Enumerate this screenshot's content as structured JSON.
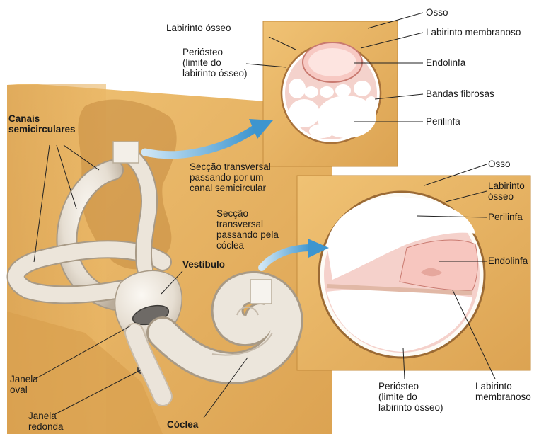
{
  "labels": {
    "labirinto_osseo_top": "Labirinto ósseo",
    "periosteo_top": "Periósteo\n(limite do\nlabirinto ósseo)",
    "osso_top": "Osso",
    "labirinto_membranoso_top": "Labirinto membranoso",
    "endolinfa_top": "Endolinfa",
    "bandas_fibrosas": "Bandas fibrosas",
    "perilinfa_top": "Perilinfa",
    "canais_semicirculares": "Canais\nsemicirculares",
    "seccao_canal": "Secção transversal\npassando por um\ncanal semicircular",
    "seccao_coclea": "Secção\ntransversal\npassando pela\ncóclea",
    "vestibulo": "Vestíbulo",
    "osso_bottom": "Osso",
    "labirinto_osseo_bottom": "Labirinto\nósseo",
    "perilinfa_bottom": "Perilinfa",
    "endolinfa_bottom": "Endolinfa",
    "janela_oval": "Janela\noval",
    "janela_redonda": "Janela\nredonda",
    "coclea": "Cóclea",
    "periosteo_bottom": "Periósteo\n(limite do\nlabirinto ósseo)",
    "labirinto_membranoso_bottom": "Labirinto\nmembranoso"
  },
  "colors": {
    "bone": "#e8b560",
    "bone_dark": "#c98e3a",
    "membrane": "#f2c6c0",
    "fluid": "#ffffff",
    "arrow": "#5aa8d8",
    "ear_structure": "#e6e0d6"
  }
}
